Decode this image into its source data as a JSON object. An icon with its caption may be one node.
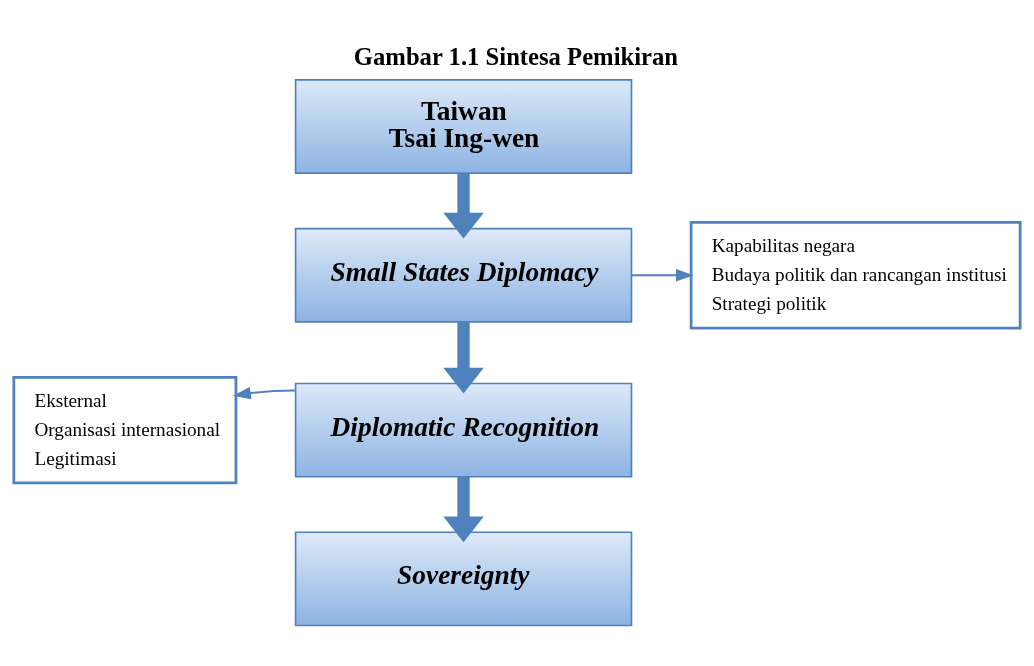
{
  "diagram": {
    "title": "Gambar 1.1 Sintesa Pemikiran",
    "nodes": [
      {
        "text": [
          "Taiwan",
          "Tsai Ing-wen"
        ]
      },
      {
        "text": [
          "Small States Diplomacy"
        ]
      },
      {
        "text": [
          "Kapabilitas negara",
          "Budaya politik dan rancangan institusi",
          "Strategi politik"
        ]
      },
      {
        "text": [
          "Diplomatic Recognition"
        ]
      },
      {
        "text": [
          "Eksternal",
          "Organisasi internasional",
          "Legitimasi"
        ]
      },
      {
        "text": [
          "Sovereignty"
        ]
      }
    ],
    "edges": [
      {
        "from": 0,
        "to": 1,
        "arrow": "to"
      },
      {
        "from": 1,
        "to": 2,
        "arrow": "to"
      },
      {
        "from": 1,
        "to": 3,
        "arrow": "to"
      },
      {
        "from": 3,
        "to": 4,
        "arrow": "to"
      },
      {
        "from": 3,
        "to": 5,
        "arrow": "to"
      }
    ]
  }
}
